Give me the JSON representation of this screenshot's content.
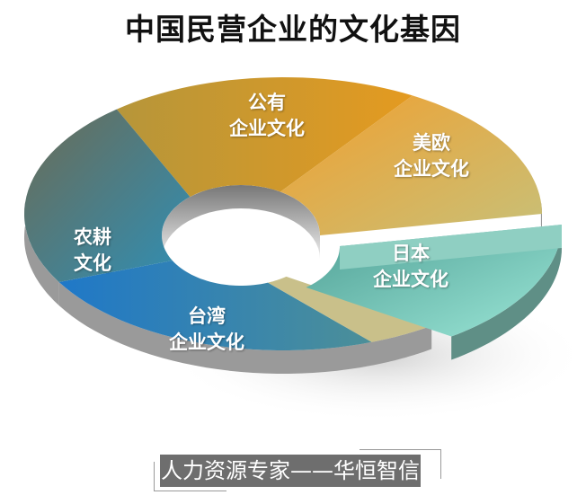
{
  "title": "中国民营企业的文化基因",
  "segments": [
    {
      "id": "gongyou",
      "line1": "公有",
      "line2": "企业文化",
      "color": "#d99a2b"
    },
    {
      "id": "meiou",
      "line1": "美欧",
      "line2": "企业文化",
      "color": "#e8a23a"
    },
    {
      "id": "riben",
      "line1": "日本",
      "line2": "企业文化",
      "color": "#7fcfbf"
    },
    {
      "id": "taiwan",
      "line1": "台湾",
      "line2": "企业文化",
      "color": "#2f7fc0"
    },
    {
      "id": "nonggeng",
      "line1": "农耕",
      "line2": "文化",
      "color": "#4a7a80"
    }
  ],
  "footer": "人力资源专家——华恒智信"
}
